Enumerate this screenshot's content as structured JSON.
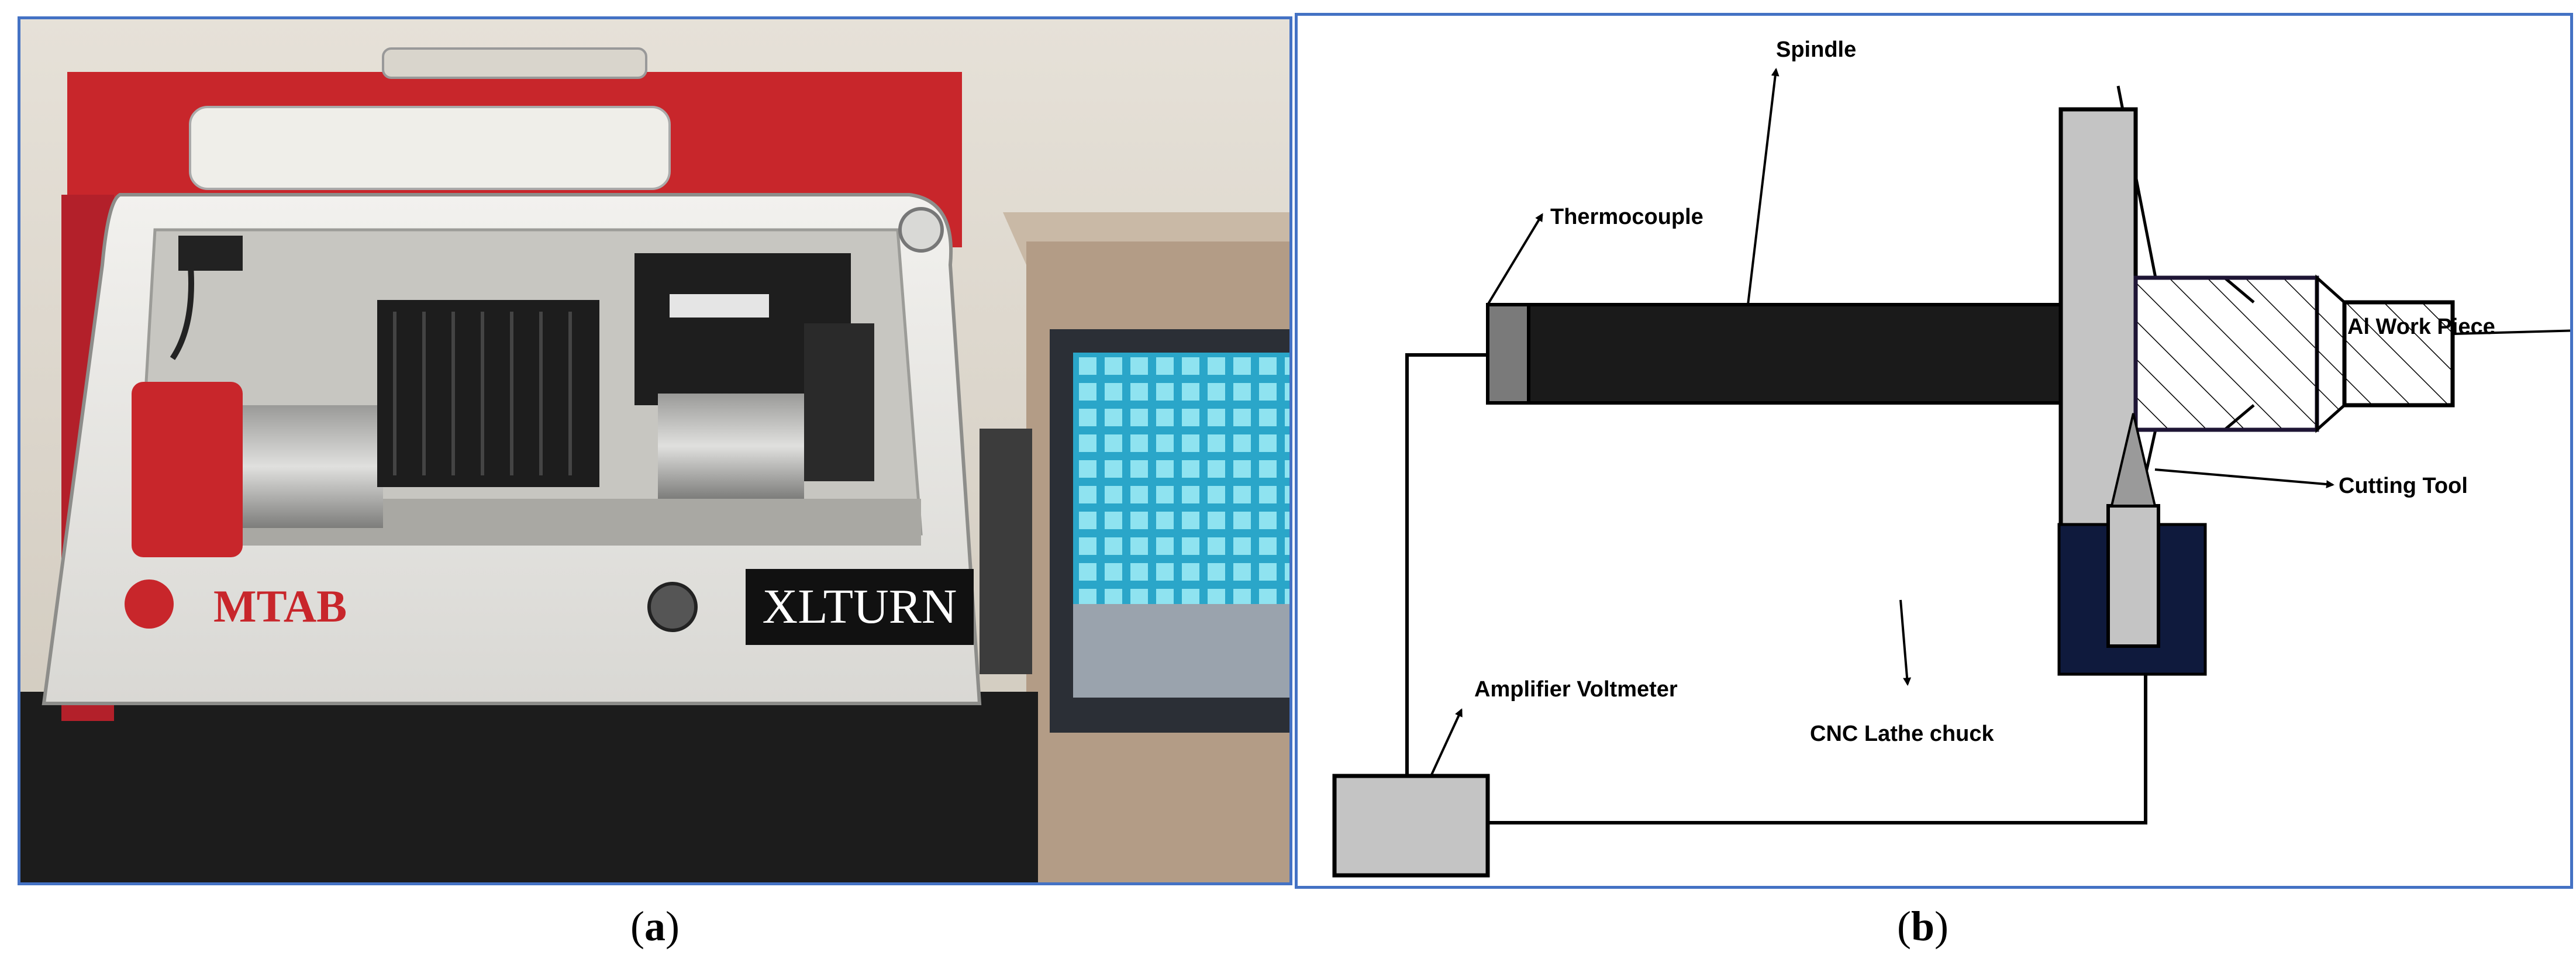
{
  "panel_a": {
    "caption_letter": "a",
    "machine": {
      "brand_text": "MTAB",
      "model_text": "XLTURN"
    }
  },
  "panel_b": {
    "caption_letter": "b",
    "labels": {
      "spindle": "Spindle",
      "thermocouple": "Thermocouple",
      "work_piece": "Al Work Piece",
      "cutting_tool": "Cutting Tool",
      "amplifier_voltmeter": "Amplifier Voltmeter",
      "lathe_chuck": "CNC Lathe chuck"
    }
  },
  "colors": {
    "panel_border": "#4472c4",
    "machine_red": "#c8262b",
    "tool_holder": "#0f1a3d",
    "chuck_gray": "#c4c4c4",
    "spindle_black": "#1a1a1a"
  }
}
